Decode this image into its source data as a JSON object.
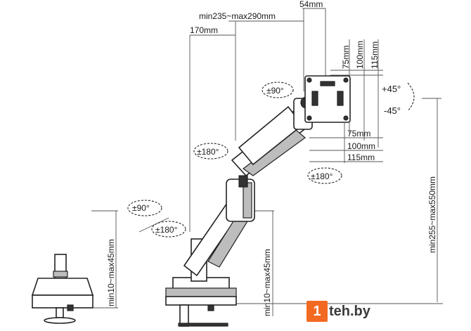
{
  "dimensions": {
    "top_54": "54mm",
    "reach": "min235~max290mm",
    "arm_170": "170mm",
    "vesa_v_75": "75mm",
    "vesa_v_100": "100mm",
    "vesa_v_115": "115mm",
    "vesa_h_75": "75mm",
    "vesa_h_100": "100mm",
    "vesa_h_115": "115mm",
    "height_range": "min255~max550mm",
    "clamp_left": "min10~max45mm",
    "clamp_right": "min10~max45mm"
  },
  "rotations": {
    "head_swivel": "±90°",
    "tilt_up": "+45°",
    "tilt_down": "-45°",
    "arm_rotation": "±180°",
    "vesa_rotation": "±180°",
    "base_swivel": "±90°",
    "base_rotation": "±180°"
  },
  "watermark": {
    "badge": "1",
    "text": "teh.by"
  }
}
